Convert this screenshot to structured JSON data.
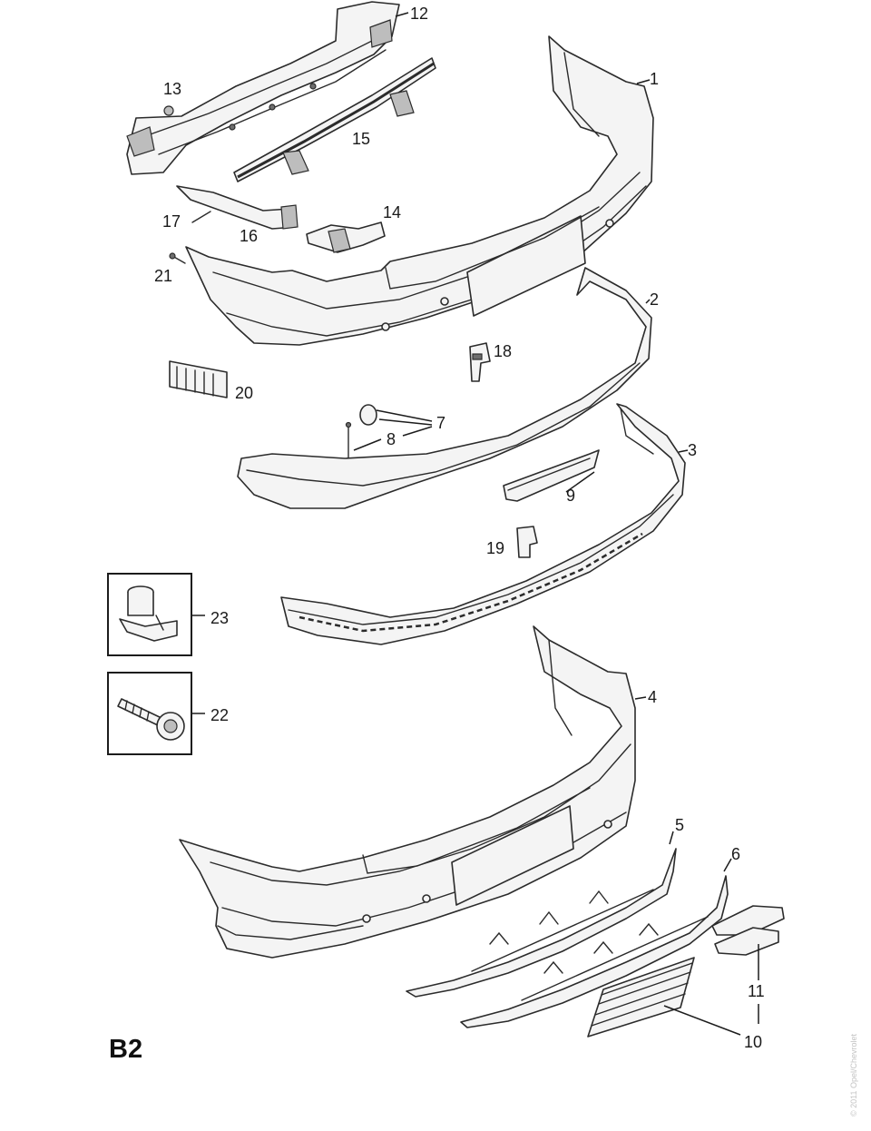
{
  "diagram": {
    "section_label": "B2",
    "copyright": "© 2011 Opel/Chevrolet",
    "callouts": [
      "1",
      "2",
      "3",
      "4",
      "5",
      "6",
      "7",
      "8",
      "9",
      "10",
      "11",
      "12",
      "13",
      "14",
      "15",
      "16",
      "17",
      "18",
      "19",
      "20",
      "21",
      "22",
      "23"
    ]
  }
}
